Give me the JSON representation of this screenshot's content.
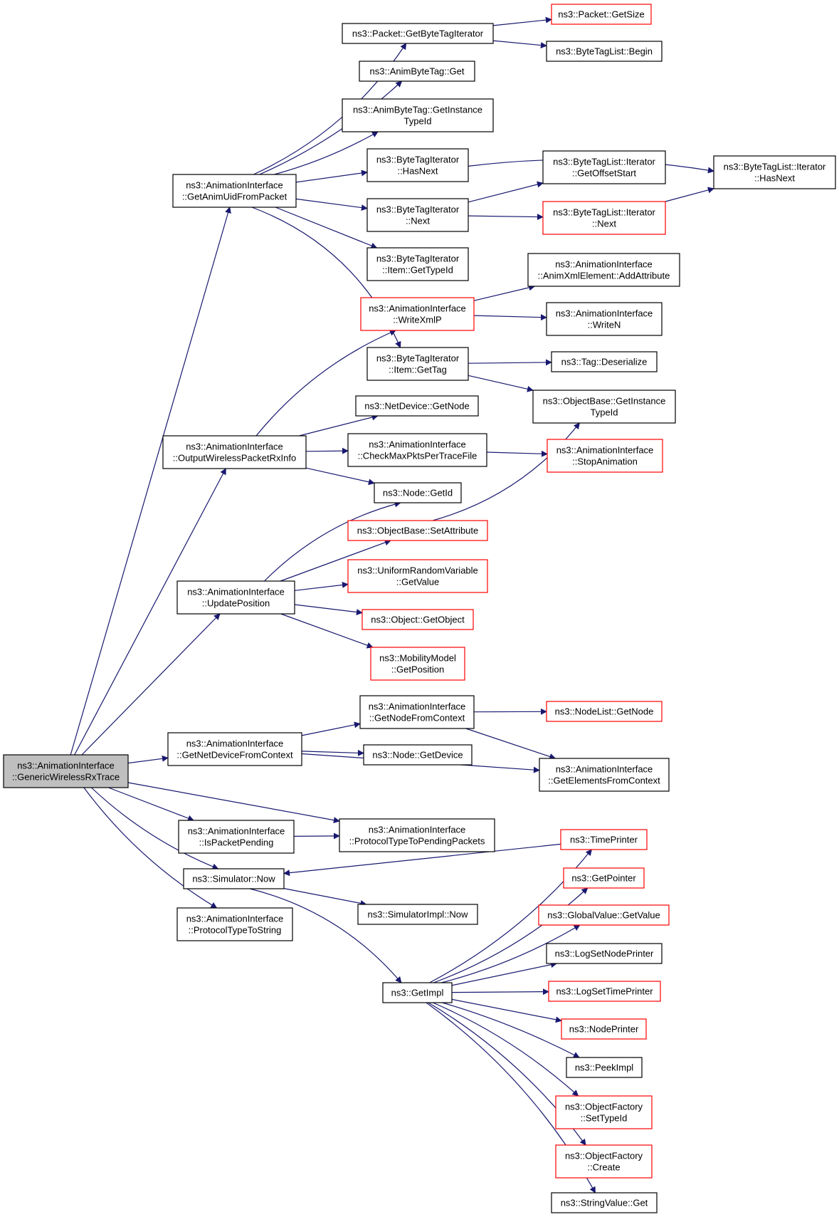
{
  "colors": {
    "edge": "#191970",
    "node_border": "#000000",
    "node_border_truncated": "#ff0000",
    "node_fill": "#ffffff",
    "root_fill": "#bfbfbf"
  },
  "nodes": [
    {
      "id": "root",
      "lines": [
        "ns3::AnimationInterface",
        "::GenericWirelessRxTrace"
      ],
      "style": "root"
    },
    {
      "id": "getAnimUid",
      "lines": [
        "ns3::AnimationInterface",
        "::GetAnimUidFromPacket"
      ],
      "style": "normal"
    },
    {
      "id": "outputWireless",
      "lines": [
        "ns3::AnimationInterface",
        "::OutputWirelessPacketRxInfo"
      ],
      "style": "normal"
    },
    {
      "id": "updatePosition",
      "lines": [
        "ns3::AnimationInterface",
        "::UpdatePosition"
      ],
      "style": "normal"
    },
    {
      "id": "getNetDevice",
      "lines": [
        "ns3::AnimationInterface",
        "::GetNetDeviceFromContext"
      ],
      "style": "normal"
    },
    {
      "id": "isPacketPending",
      "lines": [
        "ns3::AnimationInterface",
        "::IsPacketPending"
      ],
      "style": "normal"
    },
    {
      "id": "simNow",
      "lines": [
        "ns3::Simulator::Now"
      ],
      "style": "normal"
    },
    {
      "id": "protoToString",
      "lines": [
        "ns3::AnimationInterface",
        "::ProtocolTypeToString"
      ],
      "style": "normal"
    },
    {
      "id": "getByteTagIter",
      "lines": [
        "ns3::Packet::GetByteTagIterator"
      ],
      "style": "normal"
    },
    {
      "id": "animByteTagGet",
      "lines": [
        "ns3::AnimByteTag::Get"
      ],
      "style": "normal"
    },
    {
      "id": "animByteTagGetInst",
      "lines": [
        "ns3::AnimByteTag::GetInstance",
        "TypeId"
      ],
      "style": "normal"
    },
    {
      "id": "btiHasNext",
      "lines": [
        "ns3::ByteTagIterator",
        "::HasNext"
      ],
      "style": "normal"
    },
    {
      "id": "btiNext",
      "lines": [
        "ns3::ByteTagIterator",
        "::Next"
      ],
      "style": "normal"
    },
    {
      "id": "btiItemGetTypeId",
      "lines": [
        "ns3::ByteTagIterator",
        "::Item::GetTypeId"
      ],
      "style": "normal"
    },
    {
      "id": "writeXmlP",
      "lines": [
        "ns3::AnimationInterface",
        "::WriteXmlP"
      ],
      "style": "truncated"
    },
    {
      "id": "btiItemGetTag",
      "lines": [
        "ns3::ByteTagIterator",
        "::Item::GetTag"
      ],
      "style": "normal"
    },
    {
      "id": "packetGetSize",
      "lines": [
        "ns3::Packet::GetSize"
      ],
      "style": "truncated"
    },
    {
      "id": "btlBegin",
      "lines": [
        "ns3::ByteTagList::Begin"
      ],
      "style": "normal"
    },
    {
      "id": "btlIterGetOffset",
      "lines": [
        "ns3::ByteTagList::Iterator",
        "::GetOffsetStart"
      ],
      "style": "normal"
    },
    {
      "id": "btlIterNext",
      "lines": [
        "ns3::ByteTagList::Iterator",
        "::Next"
      ],
      "style": "truncated"
    },
    {
      "id": "btlIterHasNext",
      "lines": [
        "ns3::ByteTagList::Iterator",
        "::HasNext"
      ],
      "style": "normal"
    },
    {
      "id": "addAttribute",
      "lines": [
        "ns3::AnimationInterface",
        "::AnimXmlElement::AddAttribute"
      ],
      "style": "normal"
    },
    {
      "id": "writeN",
      "lines": [
        "ns3::AnimationInterface",
        "::WriteN"
      ],
      "style": "normal"
    },
    {
      "id": "tagDeserialize",
      "lines": [
        "ns3::Tag::Deserialize"
      ],
      "style": "normal"
    },
    {
      "id": "objBaseGetInst",
      "lines": [
        "ns3::ObjectBase::GetInstance",
        "TypeId"
      ],
      "style": "normal"
    },
    {
      "id": "netDeviceGetNode",
      "lines": [
        "ns3::NetDevice::GetNode"
      ],
      "style": "normal"
    },
    {
      "id": "checkMaxPkts",
      "lines": [
        "ns3::AnimationInterface",
        "::CheckMaxPktsPerTraceFile"
      ],
      "style": "normal"
    },
    {
      "id": "stopAnimation",
      "lines": [
        "ns3::AnimationInterface",
        "::StopAnimation"
      ],
      "style": "truncated"
    },
    {
      "id": "nodeGetId",
      "lines": [
        "ns3::Node::GetId"
      ],
      "style": "normal"
    },
    {
      "id": "setAttribute",
      "lines": [
        "ns3::ObjectBase::SetAttribute"
      ],
      "style": "truncated"
    },
    {
      "id": "uniformGetValue",
      "lines": [
        "ns3::UniformRandomVariable",
        "::GetValue"
      ],
      "style": "truncated"
    },
    {
      "id": "objectGetObject",
      "lines": [
        "ns3::Object::GetObject"
      ],
      "style": "truncated"
    },
    {
      "id": "mobilityGetPos",
      "lines": [
        "ns3::MobilityModel",
        "::GetPosition"
      ],
      "style": "truncated"
    },
    {
      "id": "getNodeFromContext",
      "lines": [
        "ns3::AnimationInterface",
        "::GetNodeFromContext"
      ],
      "style": "normal"
    },
    {
      "id": "nodeListGetNode",
      "lines": [
        "ns3::NodeList::GetNode"
      ],
      "style": "truncated"
    },
    {
      "id": "nodeGetDevice",
      "lines": [
        "ns3::Node::GetDevice"
      ],
      "style": "normal"
    },
    {
      "id": "getElements",
      "lines": [
        "ns3::AnimationInterface",
        "::GetElementsFromContext"
      ],
      "style": "normal"
    },
    {
      "id": "protoToPending",
      "lines": [
        "ns3::AnimationInterface",
        "::ProtocolTypeToPendingPackets"
      ],
      "style": "normal"
    },
    {
      "id": "simImplNow",
      "lines": [
        "ns3::SimulatorImpl::Now"
      ],
      "style": "normal"
    },
    {
      "id": "getImpl",
      "lines": [
        "ns3::GetImpl"
      ],
      "style": "normal"
    },
    {
      "id": "timePrinter",
      "lines": [
        "ns3::TimePrinter"
      ],
      "style": "truncated"
    },
    {
      "id": "getPointer",
      "lines": [
        "ns3::GetPointer"
      ],
      "style": "truncated"
    },
    {
      "id": "globalGetValue",
      "lines": [
        "ns3::GlobalValue::GetValue"
      ],
      "style": "truncated"
    },
    {
      "id": "logSetNodePrinter",
      "lines": [
        "ns3::LogSetNodePrinter"
      ],
      "style": "normal"
    },
    {
      "id": "logSetTimePrinter",
      "lines": [
        "ns3::LogSetTimePrinter"
      ],
      "style": "truncated"
    },
    {
      "id": "nodePrinter",
      "lines": [
        "ns3::NodePrinter"
      ],
      "style": "truncated"
    },
    {
      "id": "peekImpl",
      "lines": [
        "ns3::PeekImpl"
      ],
      "style": "normal"
    },
    {
      "id": "objFactorySetTypeId",
      "lines": [
        "ns3::ObjectFactory",
        "::SetTypeId"
      ],
      "style": "truncated"
    },
    {
      "id": "objFactoryCreate",
      "lines": [
        "ns3::ObjectFactory",
        "::Create"
      ],
      "style": "truncated"
    },
    {
      "id": "stringValueGet",
      "lines": [
        "ns3::StringValue::Get"
      ],
      "style": "normal"
    }
  ]
}
